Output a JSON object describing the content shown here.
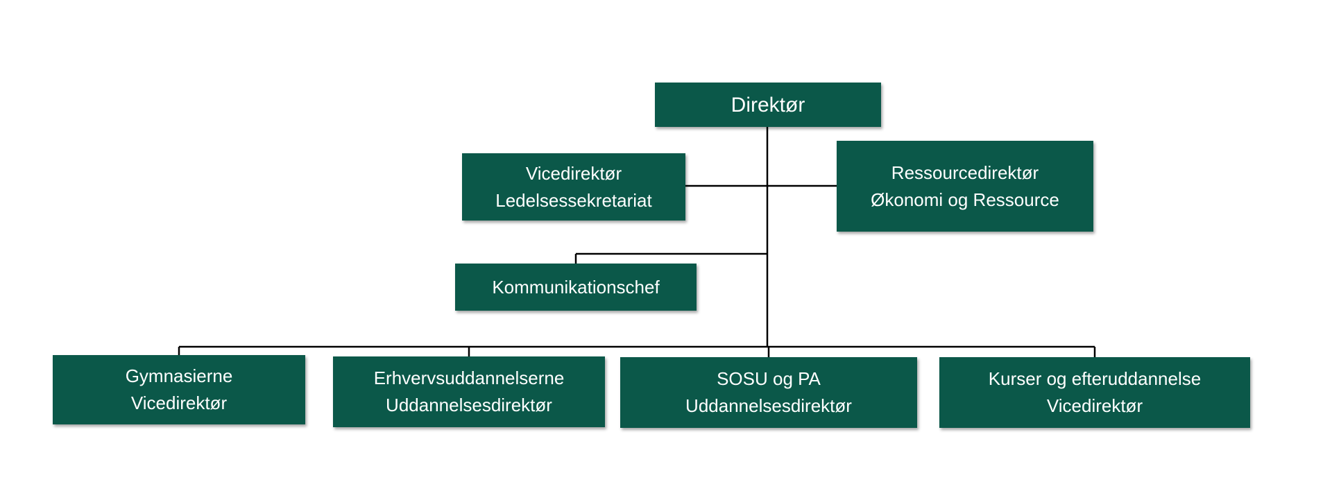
{
  "org_chart": {
    "director": {
      "line1": "Direktør"
    },
    "vice_director": {
      "line1": "Vicedirektør",
      "line2": "Ledelsessekretariat"
    },
    "resource_director": {
      "line1": "Ressourcedirektør",
      "line2": "Økonomi og Ressource"
    },
    "communication": {
      "line1": "Kommunikationschef"
    },
    "units": [
      {
        "line1": "Gymnasierne",
        "line2": "Vicedirektør"
      },
      {
        "line1": "Erhvervsuddannelserne",
        "line2": "Uddannelsesdirektør"
      },
      {
        "line1": "SOSU og PA",
        "line2": "Uddannelsesdirektør"
      },
      {
        "line1": "Kurser og efteruddannelse",
        "line2": "Vicedirektør"
      }
    ],
    "colors": {
      "box_fill": "#0b5849",
      "box_text": "#ffffff",
      "connector": "#000000"
    }
  }
}
